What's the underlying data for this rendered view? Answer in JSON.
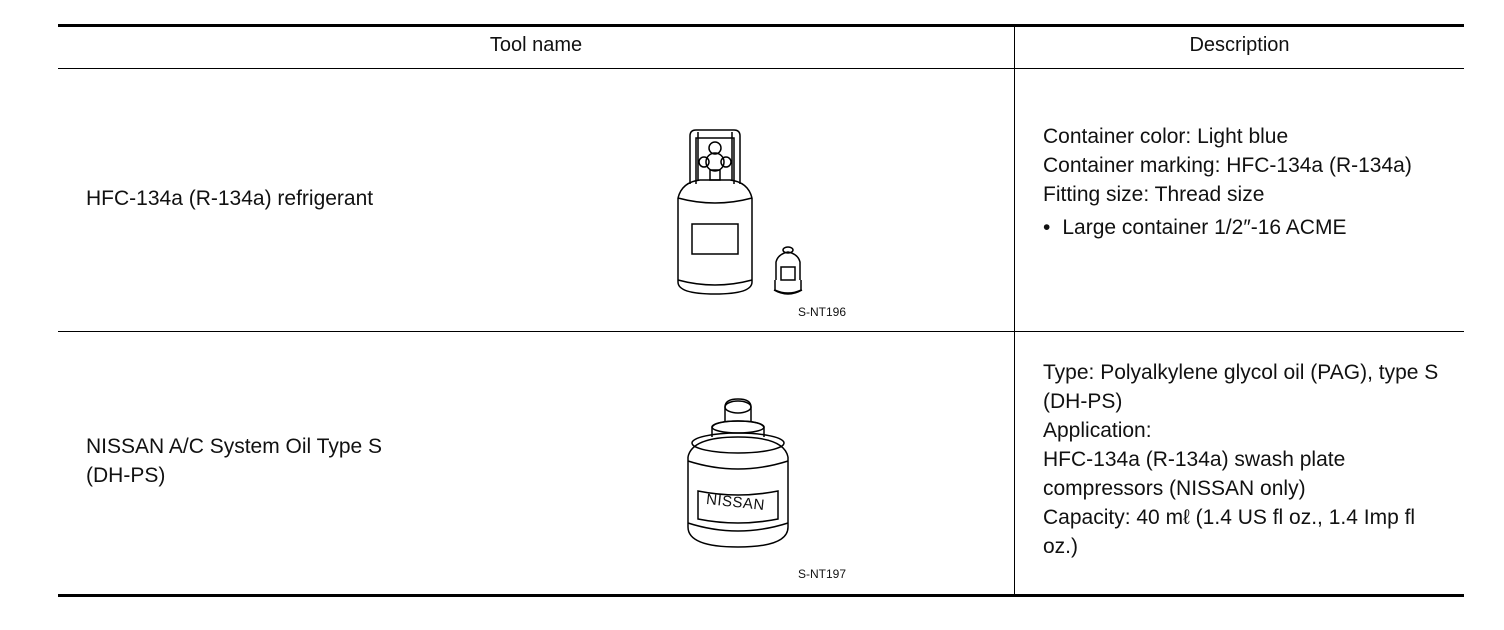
{
  "headers": {
    "tool_name": "Tool name",
    "description": "Description"
  },
  "rows": [
    {
      "tool_name": "HFC-134a (R-134a) refrigerant",
      "figure_code": "S-NT196",
      "description": [
        "Container color: Light blue",
        "Container marking: HFC-134a (R-134a)",
        "Fitting size: Thread size"
      ],
      "bullets": [
        "Large container 1/2″-16 ACME"
      ]
    },
    {
      "tool_name": "NISSAN A/C System Oil Type S\n(DH-PS)",
      "figure_code": "S-NT197",
      "figure_label": "NISSAN",
      "description": [
        "Type: Polyalkylene glycol oil (PAG), type S (DH-PS)",
        "Application:",
        "HFC-134a (R-134a) swash plate compressors (NISSAN only)",
        "Capacity: 40 mℓ (1.4 US fl oz., 1.4 Imp fl oz.)"
      ]
    }
  ]
}
